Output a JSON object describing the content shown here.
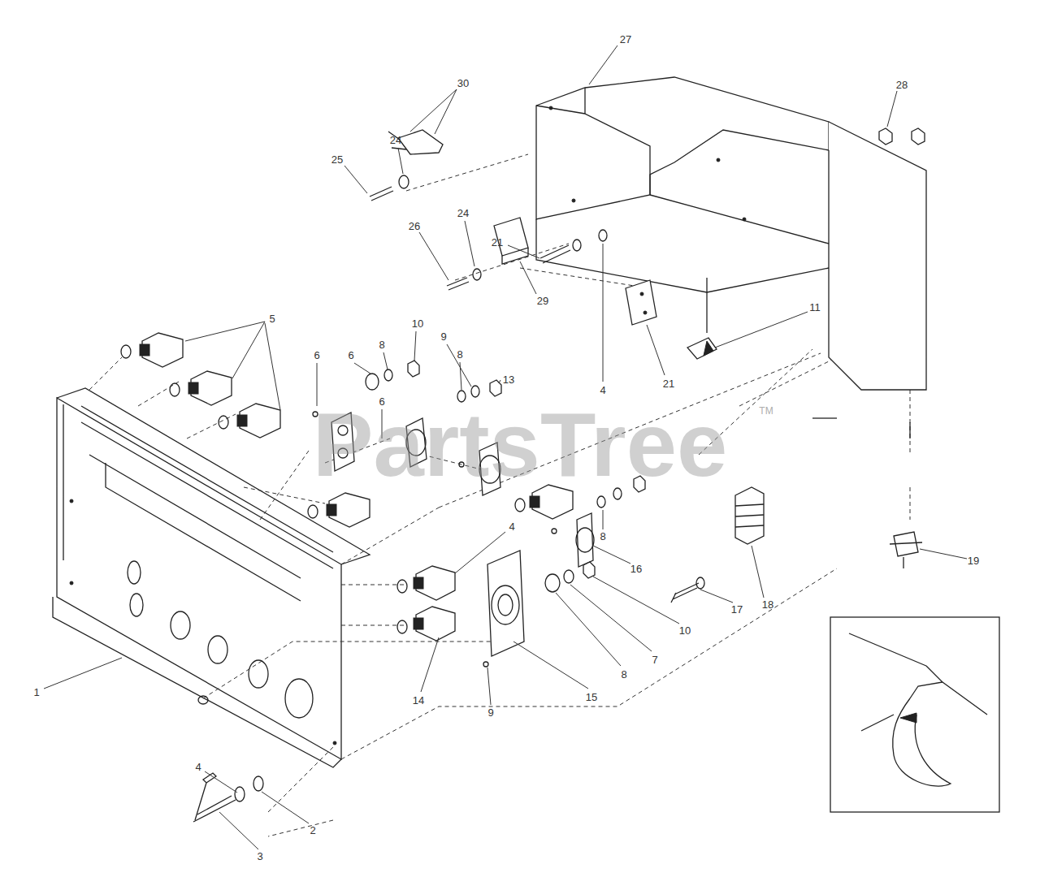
{
  "diagram": {
    "labels": [
      "27",
      "30",
      "28",
      "24",
      "25",
      "26",
      "24",
      "29",
      "21",
      "4",
      "21",
      "11",
      "5",
      "6",
      "6",
      "8",
      "10",
      "9",
      "8",
      "13",
      "6",
      "4",
      "14",
      "9",
      "15",
      "8",
      "7",
      "10",
      "16",
      "8",
      "17",
      "18",
      "19",
      "1",
      "4",
      "2",
      "3",
      "PartsTree",
      "TM"
    ]
  }
}
